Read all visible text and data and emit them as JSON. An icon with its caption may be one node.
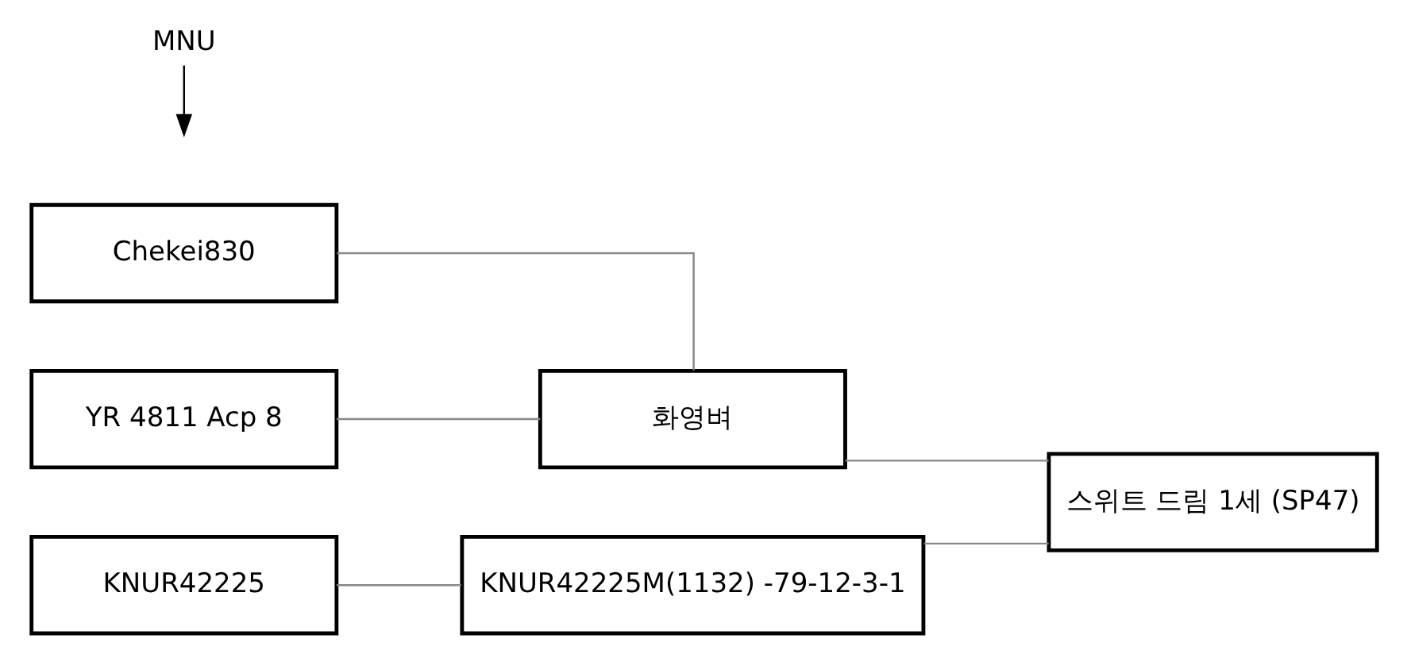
{
  "diagram": {
    "nodes": [
      {
        "text": [
          "Chekei830"
        ]
      },
      {
        "text": [
          "YR 4811 Acp 8"
        ]
      },
      {
        "text": [
          "화영벼"
        ]
      },
      {
        "text": [
          "스위트 드림 1세 (SP47)"
        ]
      },
      {
        "text": [
          "KNUR42225"
        ]
      },
      {
        "text": [
          "KNUR42225M(1132) -79-12-3-1"
        ]
      },
      {
        "text": [
          "MNU"
        ]
      }
    ],
    "edges": [
      {
        "from": 0,
        "to": 2,
        "arrow": "none"
      },
      {
        "from": 1,
        "to": 2,
        "arrow": "none"
      },
      {
        "from": 2,
        "to": 3,
        "arrow": "none"
      },
      {
        "from": 5,
        "to": 3,
        "arrow": "none"
      },
      {
        "from": 4,
        "to": 5,
        "arrow": "none"
      },
      {
        "from": 6,
        "to": null,
        "arrow": "to",
        "color": "#000000"
      }
    ]
  }
}
